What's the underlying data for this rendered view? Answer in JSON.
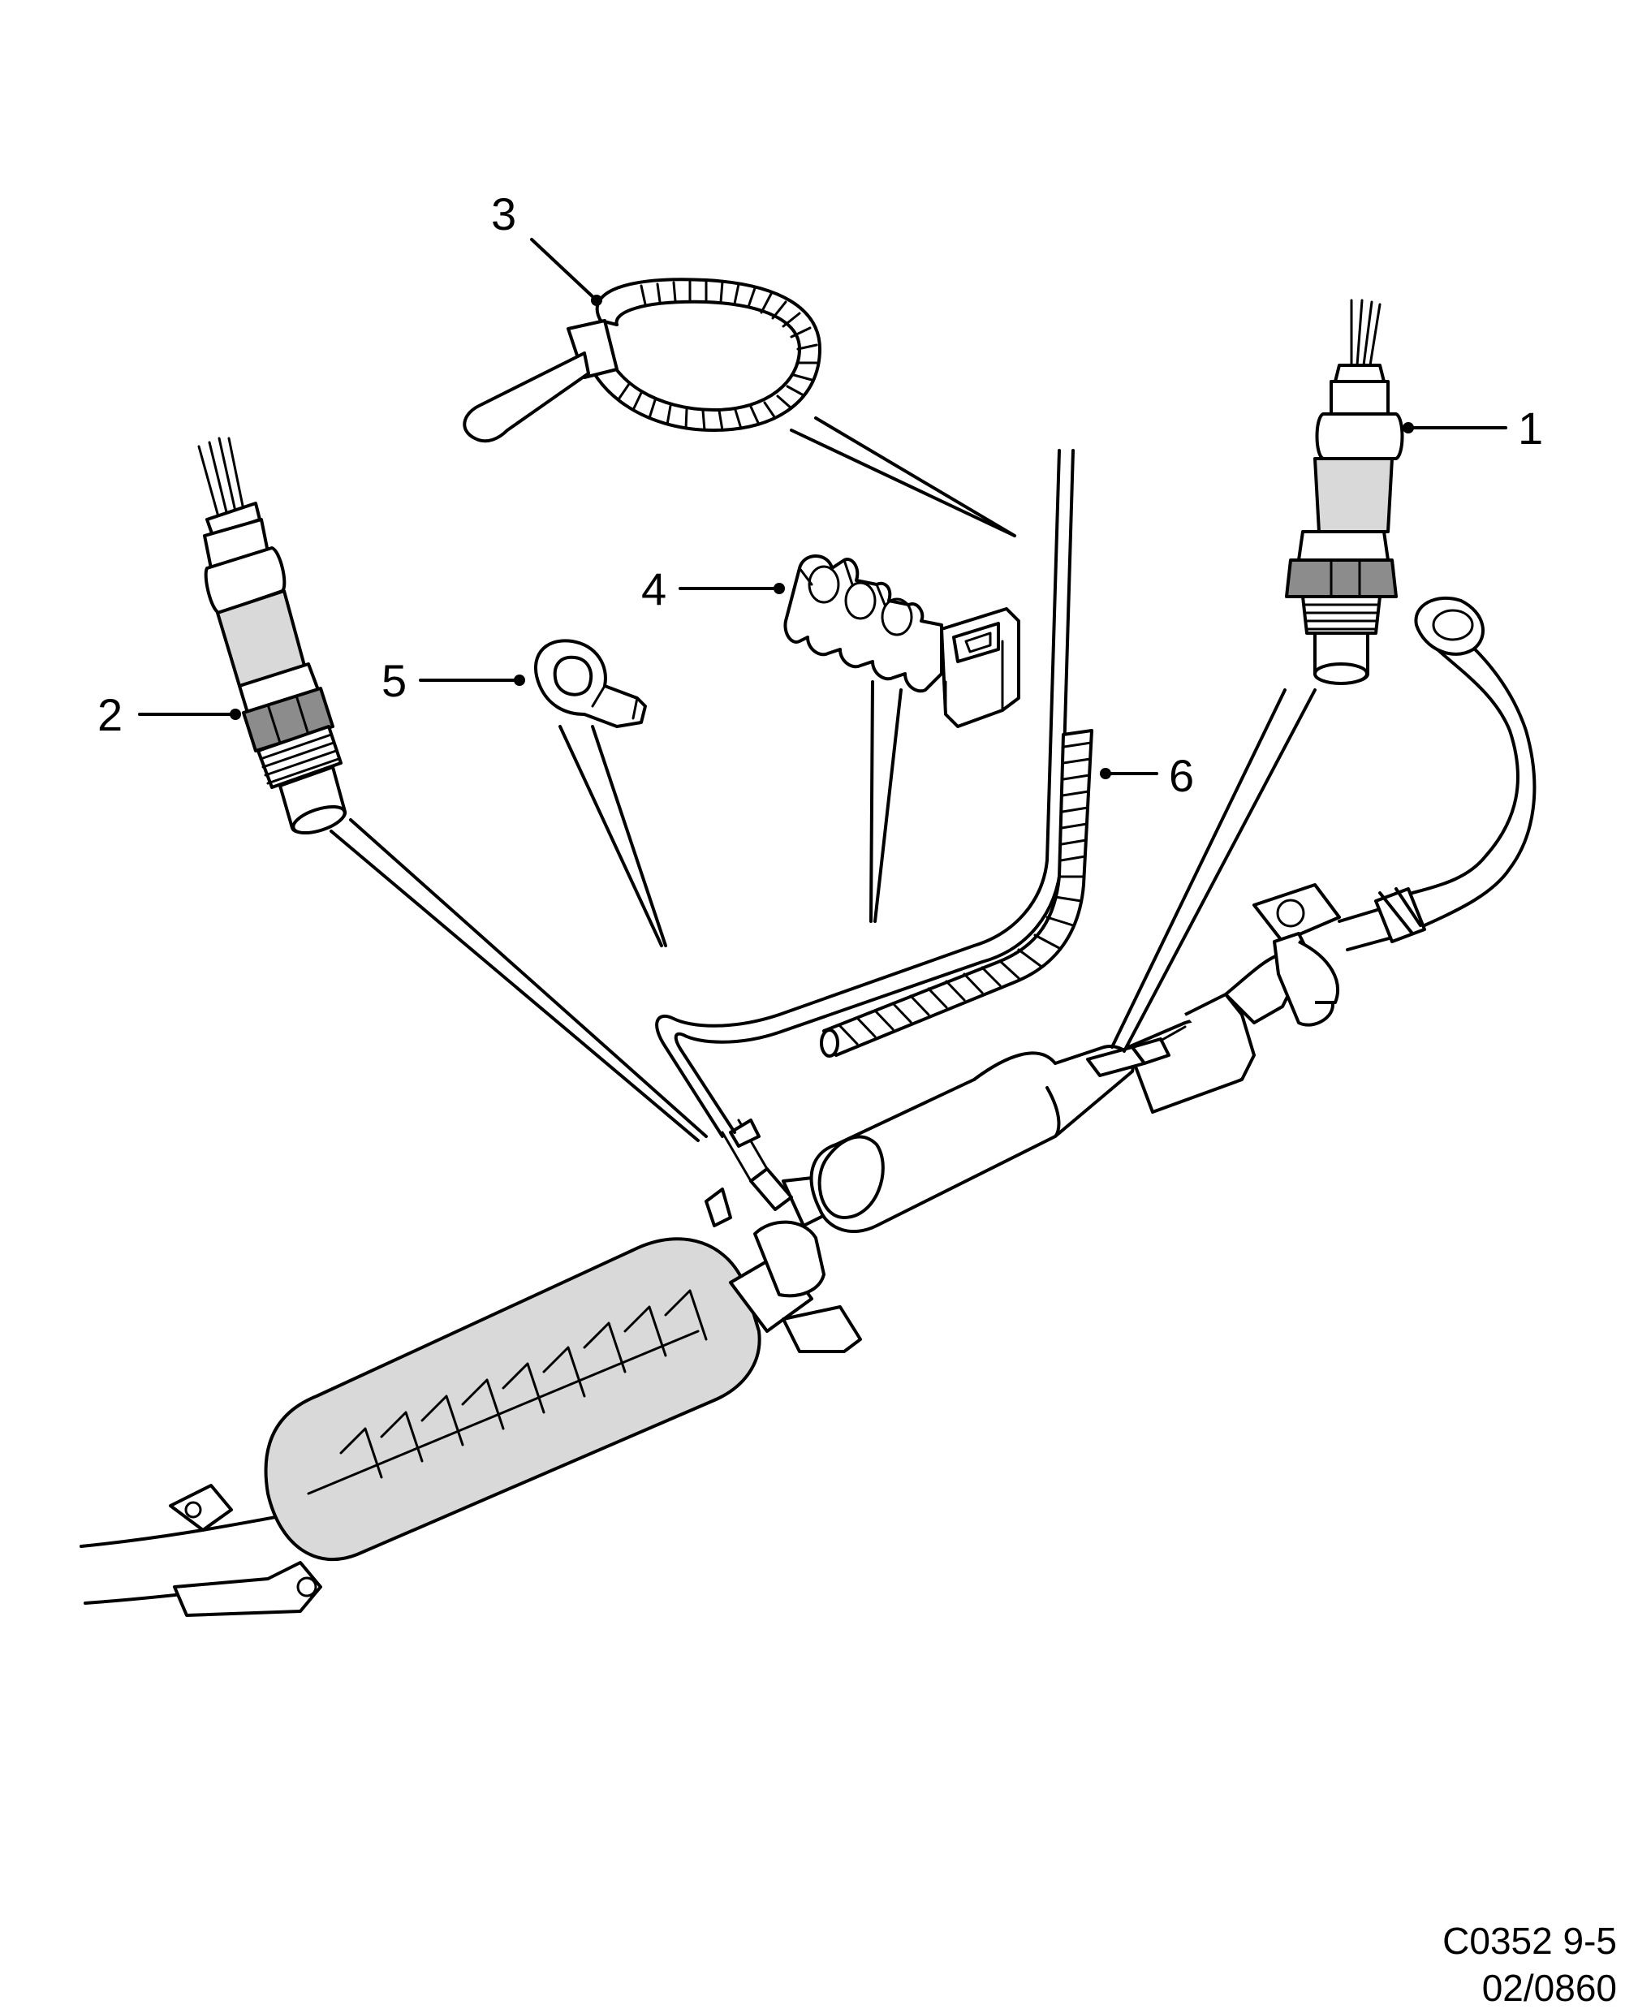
{
  "callouts": [
    {
      "number": "1",
      "part": "oxygen-sensor-rear"
    },
    {
      "number": "2",
      "part": "oxygen-sensor-front"
    },
    {
      "number": "3",
      "part": "cable-tie"
    },
    {
      "number": "4",
      "part": "wiring-clip"
    },
    {
      "number": "5",
      "part": "cable-clamp"
    },
    {
      "number": "6",
      "part": "corrugated-sleeve"
    }
  ],
  "footer": {
    "code_line_1": "C0352 9-5",
    "code_line_2": "02/0860"
  }
}
